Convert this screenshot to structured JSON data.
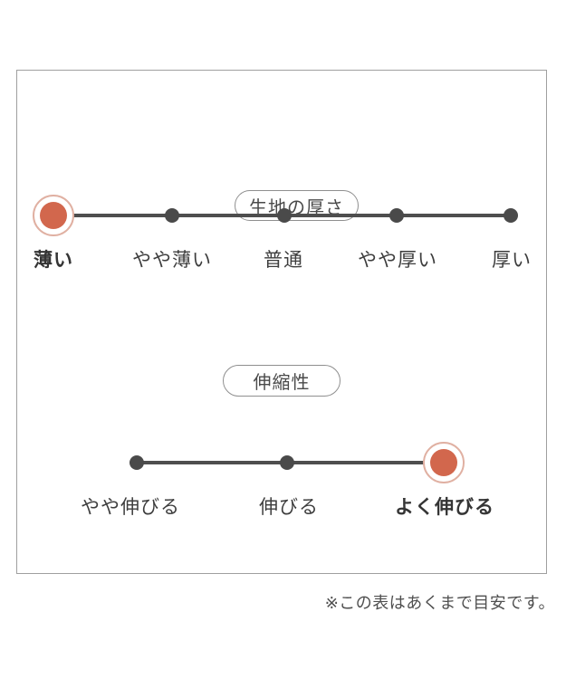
{
  "footnote": "※この表はあくまで目安です。",
  "colors": {
    "accent_dot": "#d2674d",
    "accent_ring": "#e0b0a2",
    "scale_dot": "#4a4a4a",
    "scale_line": "#4e4e4e",
    "label_text": "#3d3d3d",
    "panel_border": "#9f9f9f"
  },
  "chart_data": [
    {
      "type": "scale",
      "title": "生地の厚さ",
      "categories": [
        "薄い",
        "やや薄い",
        "普通",
        "やや厚い",
        "厚い"
      ],
      "selected": "薄い",
      "selected_index": 0
    },
    {
      "type": "scale",
      "title": "伸縮性",
      "categories": [
        "やや伸びる",
        "伸びる",
        "よく伸びる"
      ],
      "selected": "よく伸びる",
      "selected_index": 2
    }
  ]
}
